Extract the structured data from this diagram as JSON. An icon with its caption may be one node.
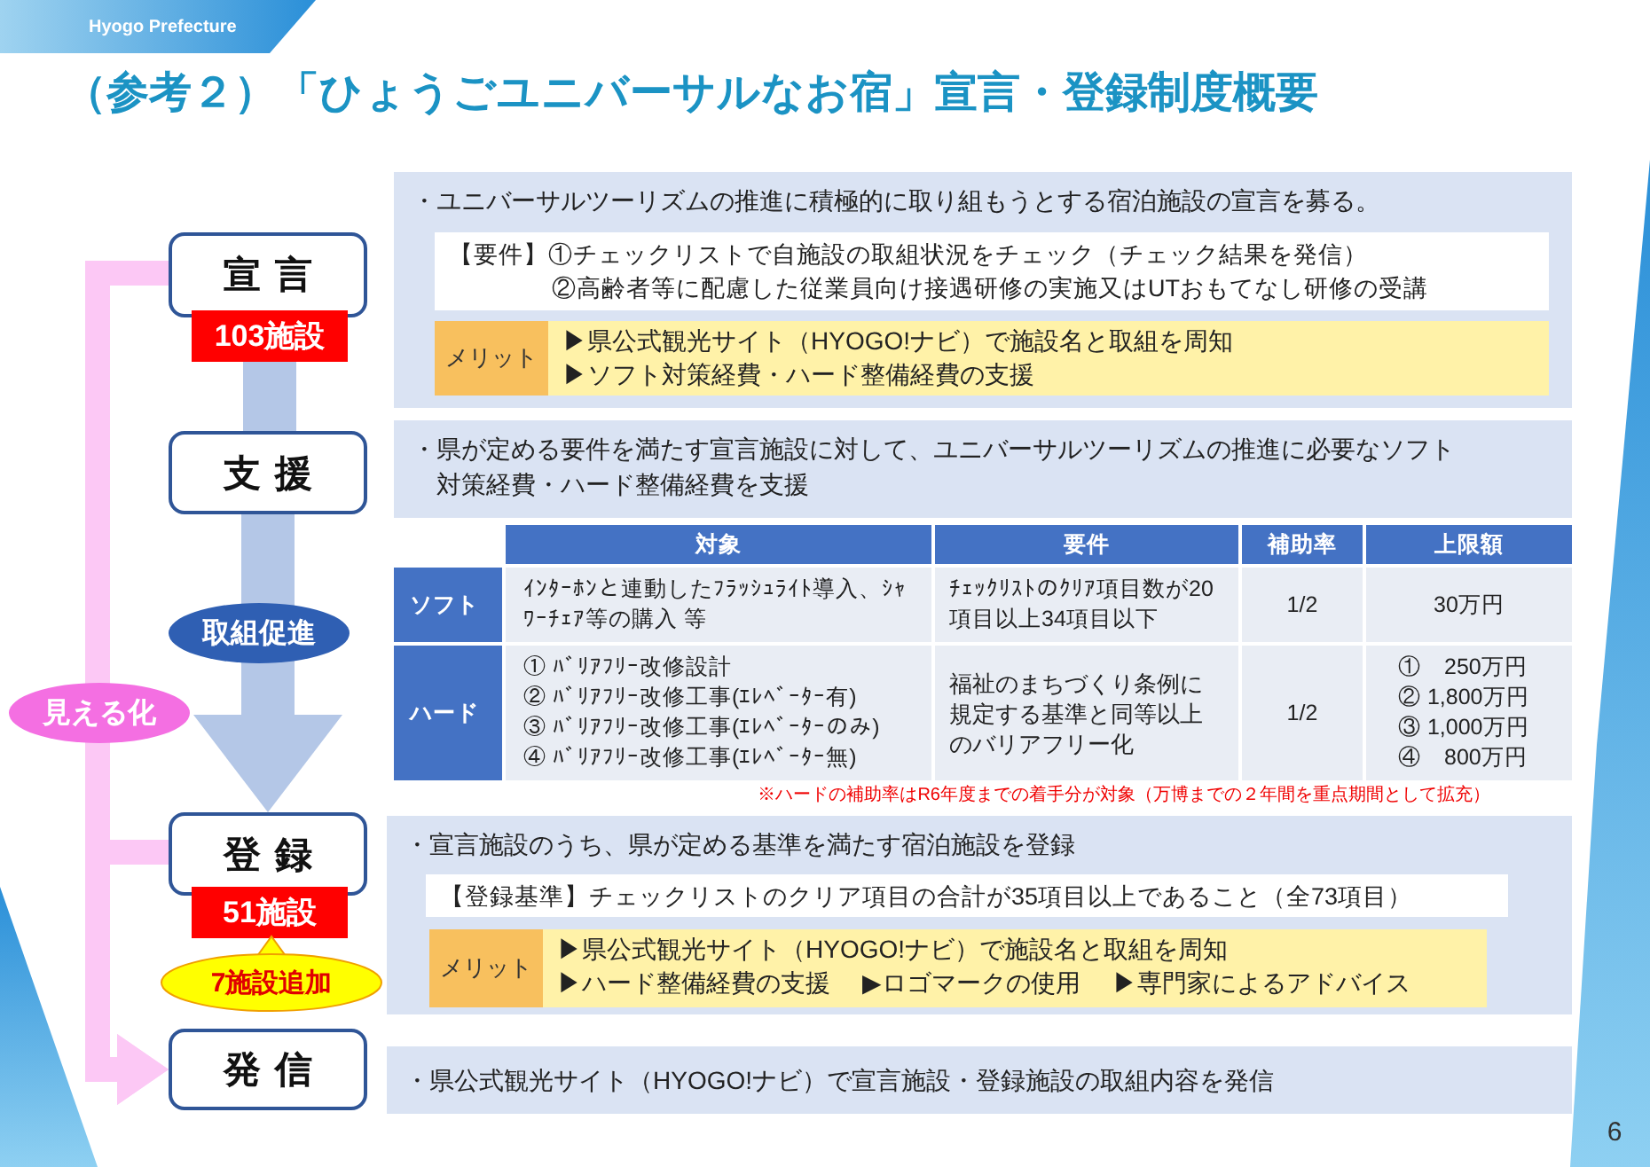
{
  "diagram": {
    "title": "（参考２）「ひょうごユニバーサルなお宿」宣言・登録制度概要",
    "nodes": [
      {
        "text": [
          "宣言"
        ]
      },
      {
        "text": [
          "103施設"
        ]
      },
      {
        "text": [
          "・ユニバーサルツーリズムの推進に積極的に取り組もうとする宿泊施設の宣言を募る。"
        ]
      },
      {
        "text": [
          "【要件】①チェックリストで自施設の取組状況をチェック（チェック結果を発信）",
          "②高齢者等に配慮した従業員向け接遇研修の実施又はUTおもてなし研修の受講"
        ],
        "in": 2
      },
      {
        "text": [
          "メリット",
          "▶県公式観光サイト（HYOGO!ナビ）で施設名と取組を周知",
          "▶ソフト対策経費・ハード整備経費の支援"
        ],
        "in": 2
      },
      {
        "text": [
          "支援"
        ]
      },
      {
        "text": [
          "・県が定める要件を満たす宣言施設に対して、ユニバーサルツーリズムの推進に必要なソフト対策経費・ハード整備経費を支援"
        ]
      },
      {
        "text": [
          "登録"
        ]
      },
      {
        "text": [
          "51施設"
        ]
      },
      {
        "text": [
          "7施設追加"
        ]
      },
      {
        "text": [
          "・宣言施設のうち、県が定める基準を満たす宿泊施設を登録"
        ]
      },
      {
        "text": [
          "【登録基準】チェックリストのクリア項目の合計が35項目以上であること（全73項目）"
        ],
        "in": 10
      },
      {
        "text": [
          "メリット",
          "▶県公式観光サイト（HYOGO!ナビ）で施設名と取組を周知",
          "▶ハード整備経費の支援",
          "▶ロゴマークの使用",
          "▶専門家によるアドバイス"
        ],
        "in": 10
      },
      {
        "text": [
          "発信"
        ]
      },
      {
        "text": [
          "・県公式観光サイト（HYOGO!ナビ）で宣言施設・登録施設の取組内容を発信"
        ]
      }
    ],
    "edges": [
      {
        "from": 1,
        "to": 5,
        "arrow": "none",
        "style": "thick",
        "color": "#b4c7e7"
      },
      {
        "from": 5,
        "to": 7,
        "arrow": "to",
        "label": "取組促進",
        "style": "thick",
        "color": "#b4c7e7"
      },
      {
        "from": 0,
        "to": 13,
        "arrow": "to",
        "label": "見える化",
        "color": "#fcc8f5"
      },
      {
        "from": 7,
        "to": 13,
        "arrow": "to",
        "color": "#fcc8f5"
      }
    ],
    "labels": [
      "Hyogo Prefecture",
      "対象",
      "要件",
      "補助率",
      "上限額",
      "ソフト",
      "ｲﾝﾀｰﾎﾝと連動したﾌﾗｯｼｭﾗｲﾄ導入、ｼｬﾜｰﾁｪｱ等の購入 等",
      "ﾁｪｯｸﾘｽﾄのｸﾘｱ項目数が20項目以上34項目以下",
      "1/2",
      "30万円",
      "ハード",
      "① ﾊﾞﾘｱﾌﾘｰ改修設計",
      "② ﾊﾞﾘｱﾌﾘｰ改修工事(ｴﾚﾍﾞｰﾀｰ有)",
      "③ ﾊﾞﾘｱﾌﾘｰ改修工事(ｴﾚﾍﾞｰﾀｰのみ)",
      "④ ﾊﾞﾘｱﾌﾘｰ改修工事(ｴﾚﾍﾞｰﾀｰ無)",
      "福祉のまちづくり条例に規定する基準と同等以上のバリアフリー化",
      "1/2",
      "①　250万円",
      "② 1,800万円",
      "③ 1,000万円",
      "④　800万円",
      "※ハードの補助率はR6年度までの着手分が対象（万博までの２年間を重点期間として拡充）",
      "6"
    ]
  }
}
